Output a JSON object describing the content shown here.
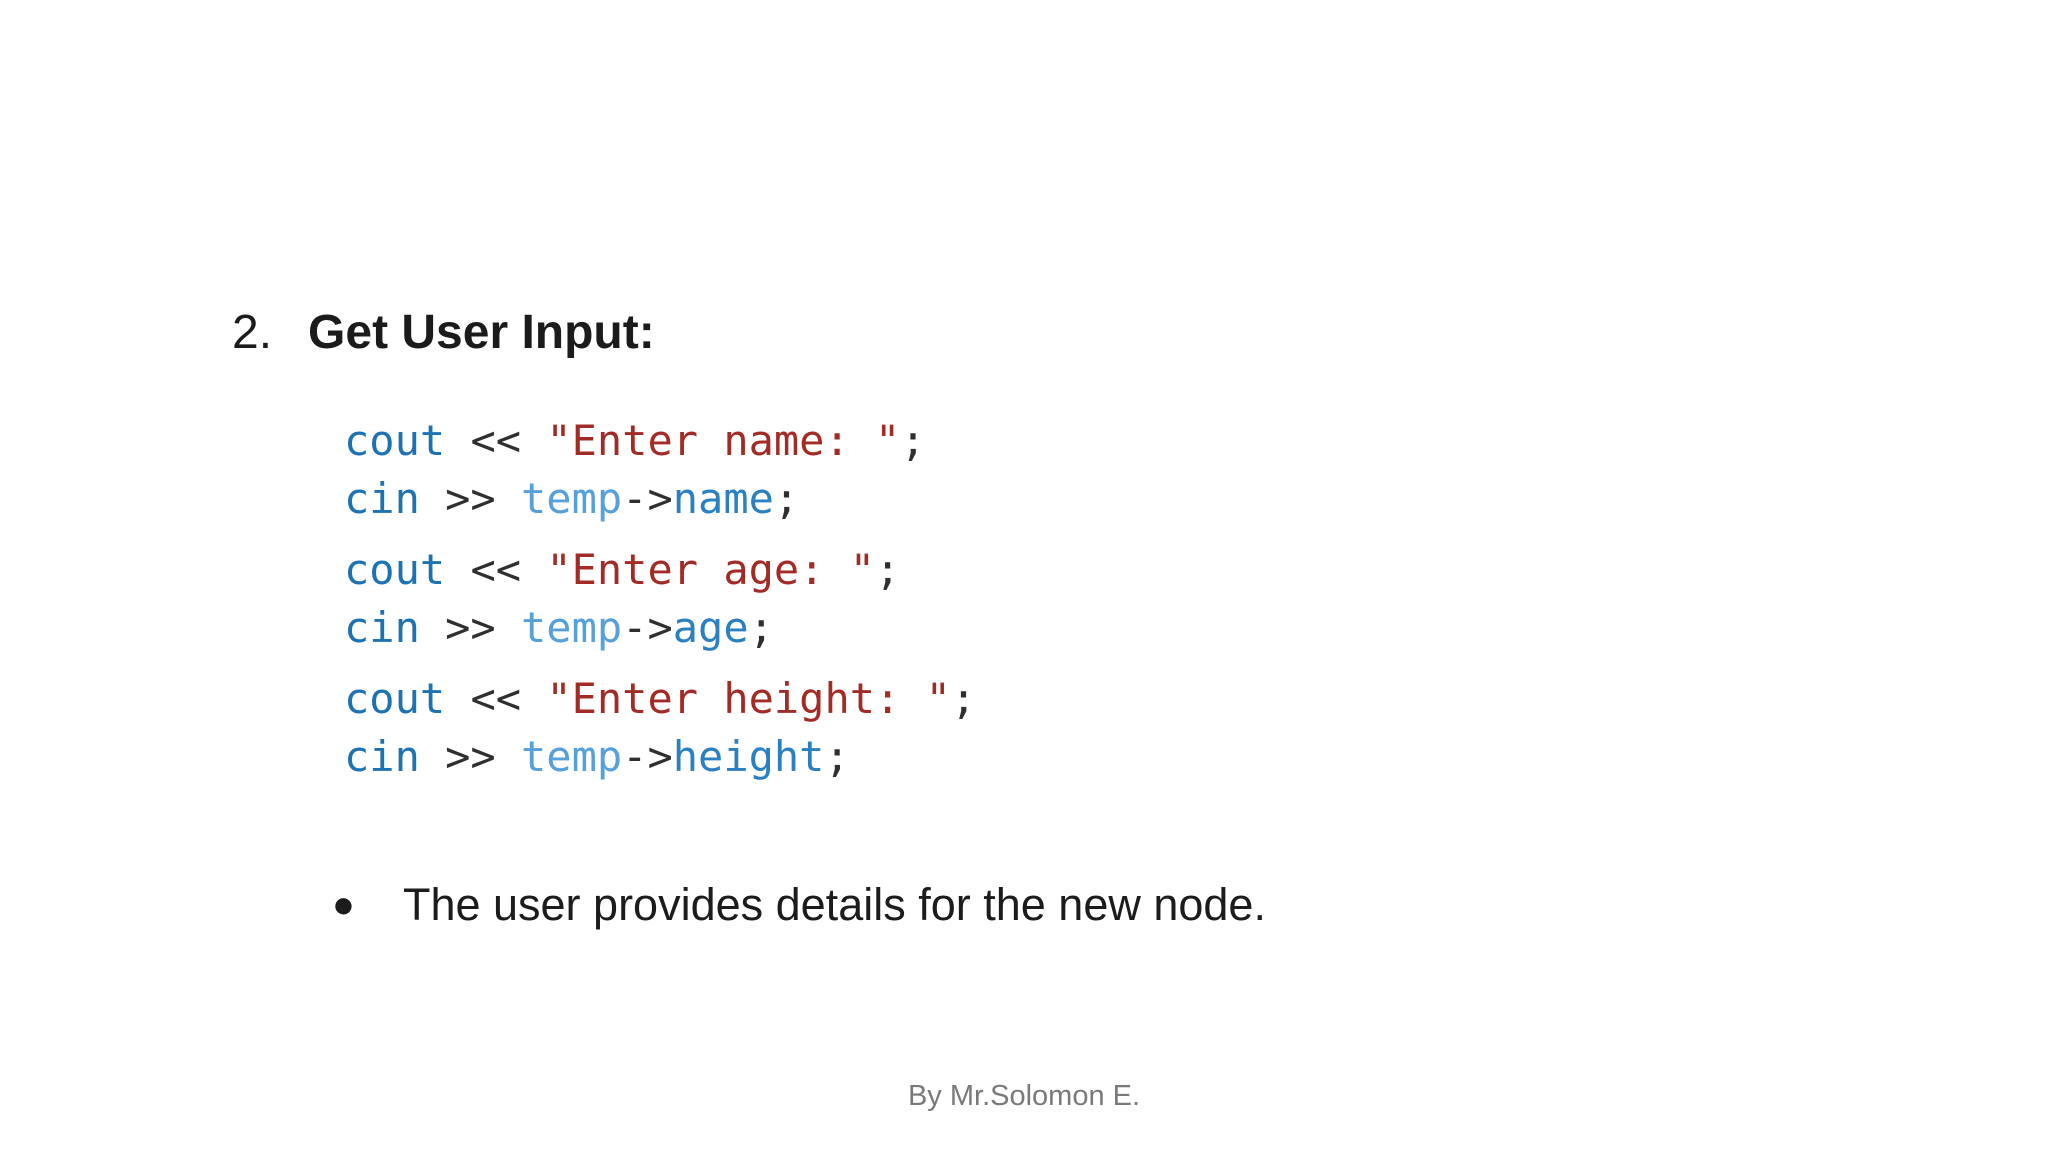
{
  "page": {
    "background": "#ffffff"
  },
  "heading": {
    "number": "2.",
    "text": "Get User Input:"
  },
  "code": {
    "colors": {
      "kw": "#1d72b4",
      "op": "#2f2f2f",
      "str": "#a32b25",
      "var": "#56a0db",
      "mem": "#2b80c2"
    },
    "lines": [
      [
        {
          "t": "cout",
          "c": "kw"
        },
        {
          "t": " << ",
          "c": "op"
        },
        {
          "t": "\"Enter name: \"",
          "c": "str"
        },
        {
          "t": ";",
          "c": "op"
        }
      ],
      [
        {
          "t": "cin",
          "c": "kw"
        },
        {
          "t": " >> ",
          "c": "op"
        },
        {
          "t": "temp",
          "c": "var"
        },
        {
          "t": "->",
          "c": "op"
        },
        {
          "t": "name",
          "c": "mem"
        },
        {
          "t": ";",
          "c": "op"
        }
      ],
      [
        {
          "t": "cout",
          "c": "kw"
        },
        {
          "t": " << ",
          "c": "op"
        },
        {
          "t": "\"Enter age: \"",
          "c": "str"
        },
        {
          "t": ";",
          "c": "op"
        }
      ],
      [
        {
          "t": "cin",
          "c": "kw"
        },
        {
          "t": " >> ",
          "c": "op"
        },
        {
          "t": "temp",
          "c": "var"
        },
        {
          "t": "->",
          "c": "op"
        },
        {
          "t": "age",
          "c": "mem"
        },
        {
          "t": ";",
          "c": "op"
        }
      ],
      [
        {
          "t": "cout",
          "c": "kw"
        },
        {
          "t": " << ",
          "c": "op"
        },
        {
          "t": "\"Enter height: \"",
          "c": "str"
        },
        {
          "t": ";",
          "c": "op"
        }
      ],
      [
        {
          "t": "cin",
          "c": "kw"
        },
        {
          "t": " >> ",
          "c": "op"
        },
        {
          "t": "temp",
          "c": "var"
        },
        {
          "t": "->",
          "c": "op"
        },
        {
          "t": "height",
          "c": "mem"
        },
        {
          "t": ";",
          "c": "op"
        }
      ]
    ]
  },
  "bullet": {
    "marker": "●",
    "text": "The user provides details for the new node."
  },
  "footer": {
    "text": "By Mr.Solomon E."
  }
}
